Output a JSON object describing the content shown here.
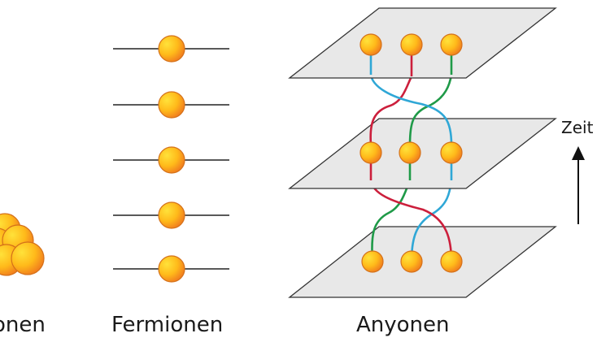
{
  "labels": {
    "bosonen": "onen",
    "fermionen": "Fermionen",
    "anyonen": "Anyonen",
    "time_axis": "Zeit"
  },
  "colors": {
    "particle_light": "#ffd21a",
    "particle_dark": "#f07d1e",
    "particle_stroke": "#d4711a",
    "plane_fill": "#e8e8e8",
    "plane_stroke": "#333333",
    "strand_red": "#cc1f3c",
    "strand_blue": "#2fa7d6",
    "strand_green": "#1f9a48",
    "line": "#222222"
  },
  "icons": {
    "time_arrow": "arrow-up-icon"
  }
}
